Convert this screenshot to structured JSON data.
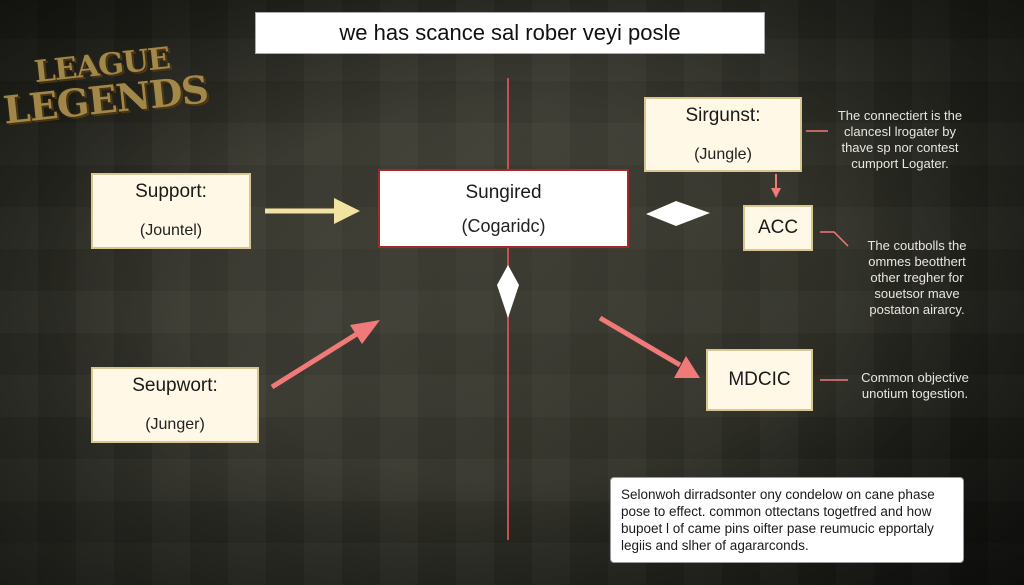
{
  "logo": {
    "line1": "LEAGUE",
    "line2": "LEGENDS"
  },
  "title": "we has scance sal rober veyi posle",
  "nodes": {
    "support": {
      "label": "Support:",
      "sub": "(Jountel)"
    },
    "seupwort": {
      "label": "Seupwort:",
      "sub": "(Junger)"
    },
    "center": {
      "label": "Sungired",
      "sub": "(Cogaridc)"
    },
    "sirgunst": {
      "label": "Sirgunst:",
      "sub": "(Jungle)"
    },
    "acc": {
      "label": "ACC"
    },
    "mdcic": {
      "label": "MDCIC"
    }
  },
  "notes": {
    "top": "The connectiert is the clancesl lrogater by thave sp nor contest cumport Logater.",
    "mid": "The coutbolls the ommes beotthert other tregher for souetsor mave postaton airarcy.",
    "low": "Common objective unotium togestion."
  },
  "description": "Selonwoh dirradsonter ony condelow on cane phase pose to effect. common ottectans togetfred and how bupoet l of came pins oifter pase reumucic epportaly legiis and slher of agararconds.",
  "colors": {
    "yellow_arrow": "#f2e3a0",
    "red_arrow": "#f07a78",
    "divider": "#c8504e",
    "center_border": "#a02a2a"
  }
}
